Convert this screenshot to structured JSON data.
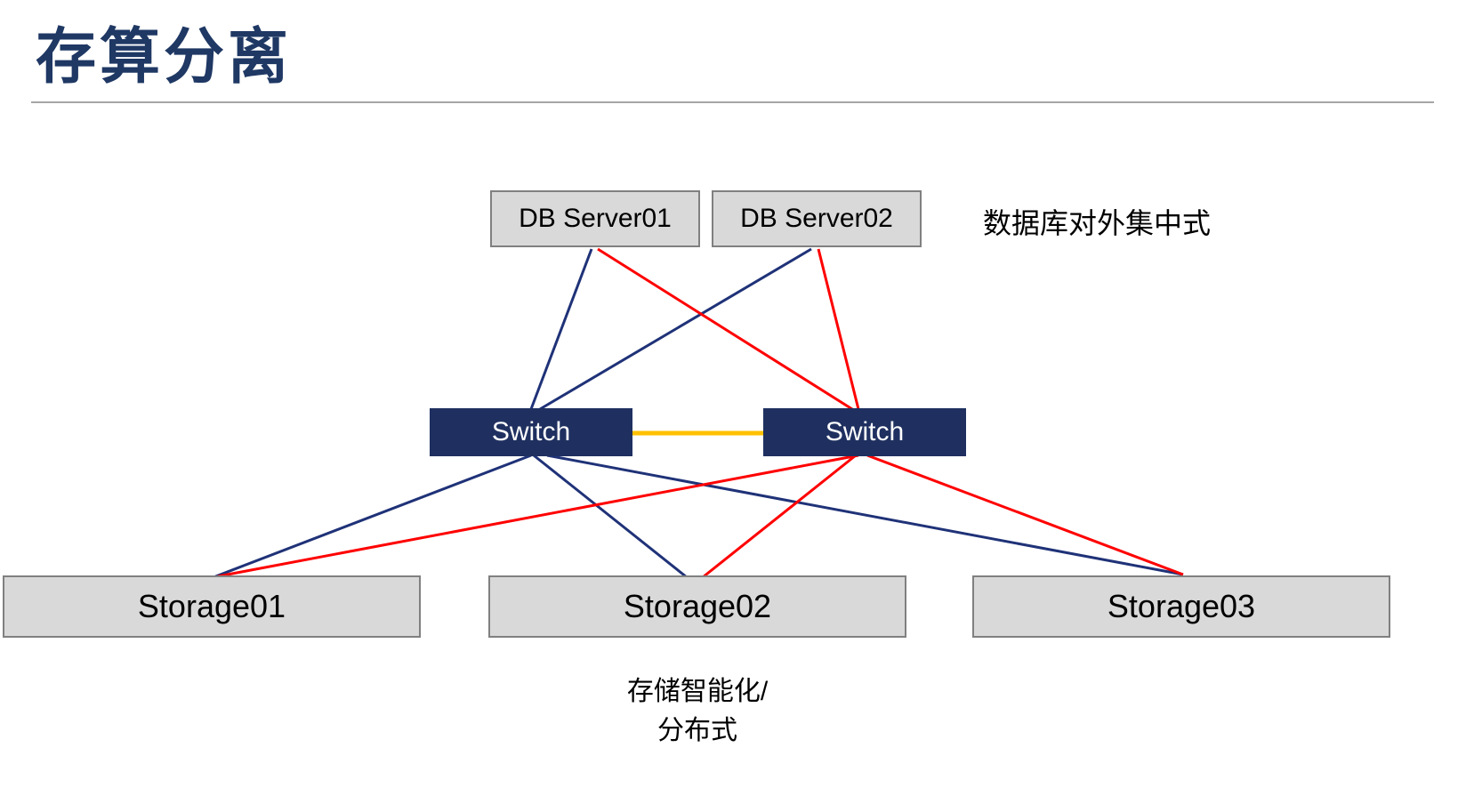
{
  "title": "存算分离",
  "annotations": {
    "db_side": "数据库对外集中式",
    "storage_line1": "存储智能化/",
    "storage_line2": "分布式"
  },
  "nodes": {
    "db_server01": {
      "label": "DB Server01"
    },
    "db_server02": {
      "label": "DB Server02"
    },
    "switch_left": {
      "label": "Switch"
    },
    "switch_right": {
      "label": "Switch"
    },
    "storage01": {
      "label": "Storage01"
    },
    "storage02": {
      "label": "Storage02"
    },
    "storage03": {
      "label": "Storage03"
    }
  },
  "edges": [
    {
      "from": "db_server01",
      "to": "switch_left",
      "color": "blue"
    },
    {
      "from": "db_server01",
      "to": "switch_right",
      "color": "red"
    },
    {
      "from": "db_server02",
      "to": "switch_left",
      "color": "blue"
    },
    {
      "from": "db_server02",
      "to": "switch_right",
      "color": "red"
    },
    {
      "from": "switch_left",
      "to": "switch_right",
      "color": "yellow"
    },
    {
      "from": "switch_left",
      "to": "storage01",
      "color": "blue"
    },
    {
      "from": "switch_left",
      "to": "storage02",
      "color": "blue"
    },
    {
      "from": "switch_left",
      "to": "storage03",
      "color": "blue"
    },
    {
      "from": "switch_right",
      "to": "storage01",
      "color": "red"
    },
    {
      "from": "switch_right",
      "to": "storage02",
      "color": "red"
    },
    {
      "from": "switch_right",
      "to": "storage03",
      "color": "red"
    }
  ],
  "colors": {
    "title_text": "#1F3864",
    "divider": "#A6A6A6",
    "node_box_bg": "#D9D9D9",
    "node_box_border": "#808080",
    "switch_bg": "#1F3060",
    "switch_text": "#FFFFFF",
    "blue_link": "#1F3278",
    "red_link": "#FF0000",
    "yellow_link": "#FFC000"
  }
}
